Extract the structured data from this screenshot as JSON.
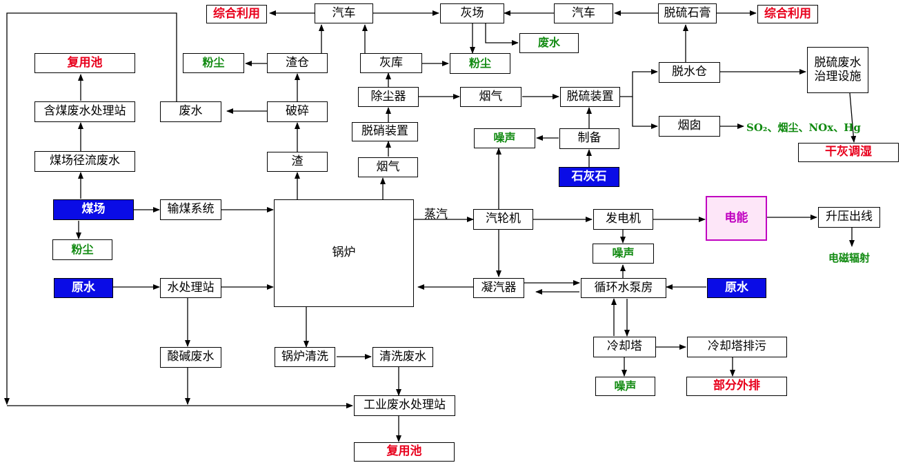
{
  "nodes": {
    "zonghe_left": "综合利用",
    "qiche_top": "汽车",
    "huichang": "灰场",
    "qiche_right": "汽车",
    "tuoliu_shigao": "脱硫石膏",
    "zonghe_right": "综合利用",
    "feishui_top": "废水",
    "fuyongchi_top": "复用池",
    "fenchen_zha": "粉尘",
    "zhacang": "渣仓",
    "huiku": "灰库",
    "fenchen_hui": "粉尘",
    "tuoshui_cang": "脱水仓",
    "tuoliu_feishui_l1": "脱硫废水",
    "tuoliu_feishui_l2": "治理设施",
    "hanmei_feishui": "含煤废水处理站",
    "feishui_mid": "废水",
    "posui": "破碎",
    "chuchenqi": "除尘器",
    "yanqi_upper": "烟气",
    "tuoliu_zhuangzhi": "脱硫装置",
    "yancong": "烟囱",
    "emissions": "SO₂、烟尘、NOx、Hg",
    "gan_hui": "干灰调湿",
    "tuoxiao": "脱硝装置",
    "zaosheng_top": "噪声",
    "zhibei": "制备",
    "meichang_jingliu": "煤场径流废水",
    "zha": "渣",
    "yanqi_lower": "烟气",
    "shihuishi": "石灰石",
    "meichang": "煤场",
    "shumei": "输煤系统",
    "steam": "蒸汽",
    "qilunji": "汽轮机",
    "fadianji": "发电机",
    "dianneng": "电能",
    "shengya": "升压出线",
    "fenchen_mei": "粉尘",
    "guolu": "锅炉",
    "zaosheng_mid": "噪声",
    "dianci": "电磁辐射",
    "yuanshui_left": "原水",
    "shuichuli": "水处理站",
    "ningqiqi": "凝汽器",
    "xunhuan": "循环水泵房",
    "yuanshui_right": "原水",
    "suanjian": "酸碱废水",
    "guolu_qingxi": "锅炉清洗",
    "qingxi_feishui": "清洗废水",
    "lengque_ta": "冷却塔",
    "lengque_paiwu": "冷却塔排污",
    "zaosheng_bottom": "噪声",
    "bufen_waipai": "部分外排",
    "gongye_feishui": "工业废水处理站",
    "fuyongchi_bottom": "复用池"
  },
  "colors": {
    "output_red": "#e8001c",
    "pollutant_green": "#118a11",
    "input_blue": "#0a0ce6",
    "energy_magenta": "#c000c0"
  }
}
